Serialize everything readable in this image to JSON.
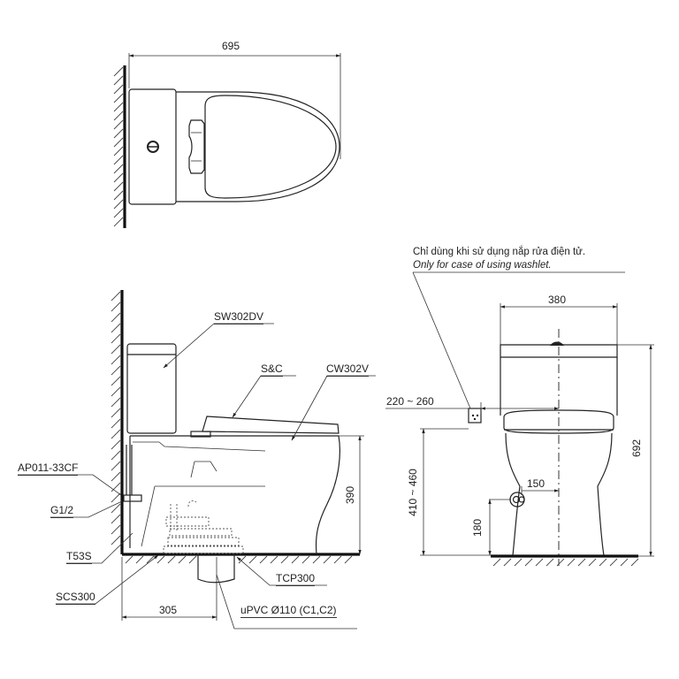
{
  "top_view": {
    "dim_length": "695"
  },
  "side_view": {
    "labels": {
      "tank": "SW302DV",
      "seat": "S&C",
      "bowl": "CW302V",
      "angle_valve": "AP011-33CF",
      "inlet": "G1/2",
      "hose": "T53S",
      "seal": "SCS300",
      "flange": "TCP300",
      "drain": "uPVC Ø110 (C1,C2)"
    },
    "dim_height_seat": "390",
    "dim_rough_in": "305"
  },
  "front_view": {
    "note_vi": "Chỉ dùng khi sử dụng nắp rửa điện tử.",
    "note_en": "Only for case of using washlet.",
    "dim_width": "380",
    "dim_outlet_offset": "220 ~ 260",
    "dim_outlet_height": "410 ~ 460",
    "dim_total_height": "692",
    "dim_inlet_offset": "150",
    "dim_inlet_height": "180"
  }
}
